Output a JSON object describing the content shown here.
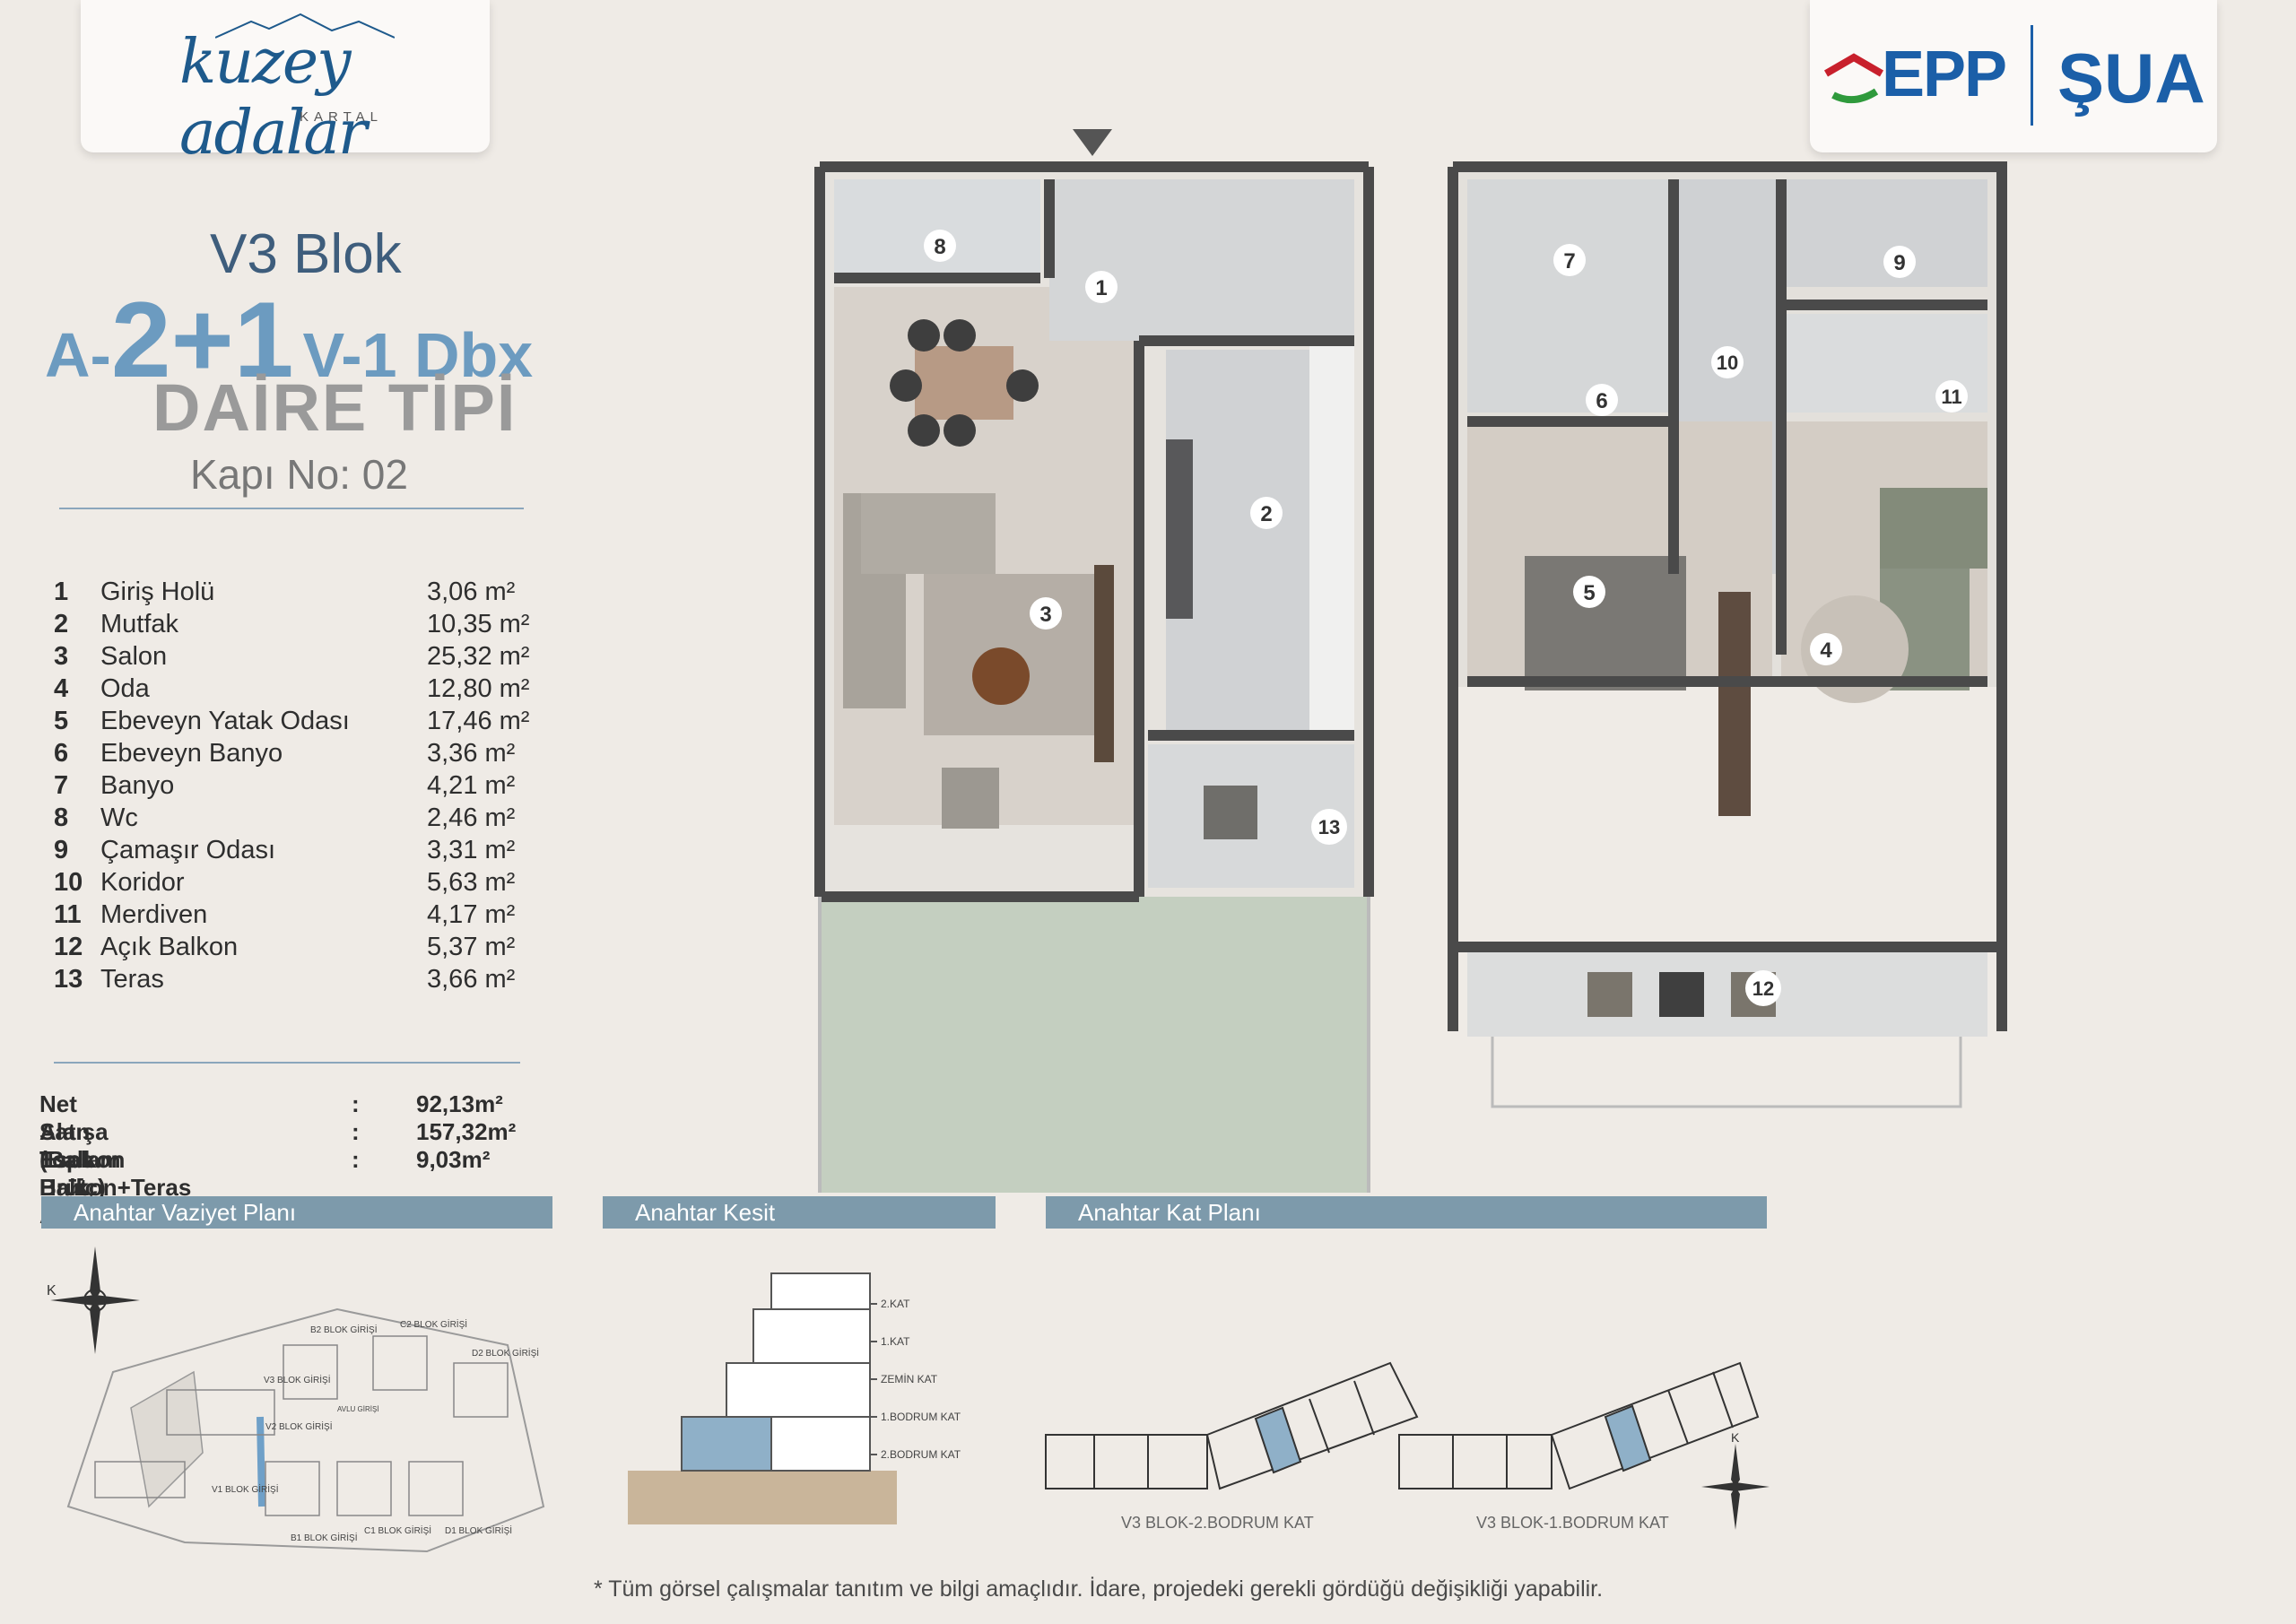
{
  "brand": {
    "logo_text": "kuzey adalar",
    "logo_subtext": "KARTAL",
    "partner_epp": "EPP",
    "partner_sua": "ŞUA"
  },
  "header": {
    "block": "V3 Blok",
    "type_prefix": "A-",
    "type_main": "2+1",
    "type_suffix": "V-1 Dbx",
    "daire_tipi": "DAİRE TİPİ",
    "kapi_no": "Kapı No: 02"
  },
  "rooms": [
    {
      "no": "1",
      "name": "Giriş Holü",
      "area": "3,06 m²"
    },
    {
      "no": "2",
      "name": "Mutfak",
      "area": "10,35 m²"
    },
    {
      "no": "3",
      "name": "Salon",
      "area": "25,32 m²"
    },
    {
      "no": "4",
      "name": "Oda",
      "area": "12,80 m²"
    },
    {
      "no": "5",
      "name": "Ebeveyn Yatak Odası",
      "area": "17,46 m²"
    },
    {
      "no": "6",
      "name": "Ebeveyn Banyo",
      "area": "3,36 m²"
    },
    {
      "no": "7",
      "name": "Banyo",
      "area": "4,21 m²"
    },
    {
      "no": "8",
      "name": "Wc",
      "area": "2,46 m²"
    },
    {
      "no": "9",
      "name": "Çamaşır Odası",
      "area": "3,31 m²"
    },
    {
      "no": "10",
      "name": "Koridor",
      "area": "5,63 m²"
    },
    {
      "no": "11",
      "name": "Merdiven",
      "area": "4,17 m²"
    },
    {
      "no": "12",
      "name": "Açık Balkon",
      "area": "5,37 m²"
    },
    {
      "no": "13",
      "name": "Teras",
      "area": "3,66 m²"
    }
  ],
  "totals": [
    {
      "label": "Net Alan (Balkon Hariç)",
      "sep": ":",
      "value": "92,13m²"
    },
    {
      "label": "Satışa Esas Brüt Alan",
      "sep": ":",
      "value": "157,32m²"
    },
    {
      "label": "Toplam Balkon+Teras",
      "sep": ":",
      "value": "9,03m²"
    }
  ],
  "sections": {
    "site_plan": "Anahtar Vaziyet Planı",
    "section": "Anahtar Kesit",
    "floor_plan": "Anahtar Kat Planı"
  },
  "site_plan_labels": {
    "north": "K",
    "b2": "B2 BLOK GİRİŞİ",
    "c2": "C2 BLOK GİRİŞİ",
    "d2": "D2 BLOK GİRİŞİ",
    "v3": "V3 BLOK GİRİŞİ",
    "v2": "V2 BLOK GİRİŞİ",
    "v1": "V1 BLOK GİRİŞİ",
    "b1": "B1 BLOK GİRİŞİ",
    "c1": "C1 BLOK GİRİŞİ",
    "d1": "D1 BLOK GİRİŞİ",
    "avlu": "AVLU GİRİŞİ"
  },
  "section_levels": [
    "2.KAT",
    "1.KAT",
    "ZEMİN KAT",
    "1.BODRUM KAT",
    "2.BODRUM KAT"
  ],
  "key_floor": {
    "left_caption": "V3 BLOK-2.BODRUM KAT",
    "right_caption": "V3 BLOK-1.BODRUM KAT",
    "north": "K"
  },
  "plan_numbers": [
    "1",
    "2",
    "3",
    "4",
    "5",
    "6",
    "7",
    "8",
    "9",
    "10",
    "11",
    "12",
    "13"
  ],
  "footnote": "* Tüm görsel çalışmalar tanıtım ve bilgi amaçlıdır. İdare, projedeki gerekli gördüğü değişikliği yapabilir.",
  "colors": {
    "background": "#efebe6",
    "accent_blue": "#6c9bc0",
    "bar": "#7d9aab",
    "highlight": "#8fb0c8",
    "wall": "#4a4a4a",
    "balcony_green": "#c4cfc0"
  }
}
